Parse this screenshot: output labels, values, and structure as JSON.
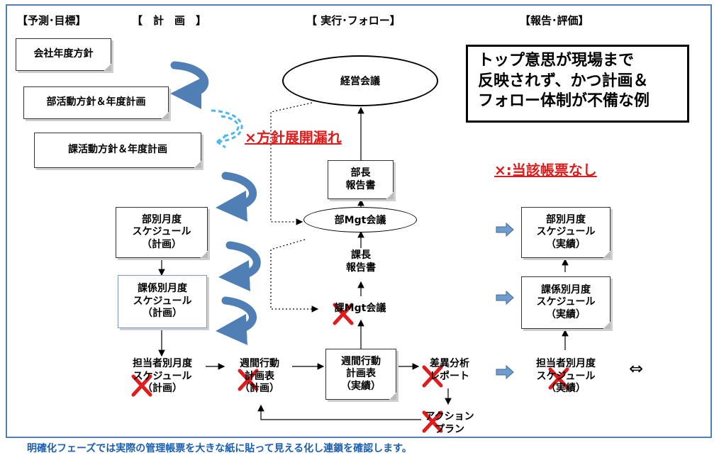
{
  "headers": {
    "forecast": "【予測･目標】",
    "plan": "【　計　画　】",
    "execute": "【 実行･フォロー】",
    "report": "【報告･評価】"
  },
  "plan_boxes": {
    "company_policy": "会社年度方針",
    "dept_policy": "部活動方針＆年度計画",
    "section_policy": "課活動方針＆年度計画",
    "dept_monthly": "部別月度\nスケジュール\n（計画）",
    "section_monthly": "課係別月度\nスケジュール\n（計画）",
    "person_monthly": "担当者別月度\nスケジュール\n（計画）",
    "weekly_plan": "週間行動\n計画表\n（計画）"
  },
  "execute_boxes": {
    "mgmt_meeting": "経営会議",
    "dept_report": "部長\n報告書",
    "dept_mgt_meeting": "部Mgt会議",
    "section_report": "課長\n報告書",
    "section_mgt_meeting": "課Mgt会議",
    "weekly_actual": "週間行動\n計画表\n（実績）",
    "variance_report": "差異分析\nレポート",
    "action_plan": "アクション\nプラン"
  },
  "report_boxes": {
    "dept_monthly_actual": "部別月度\nスケジュール\n（実績）",
    "section_monthly_actual": "課係別月度\nスケジュール\n（実績）",
    "person_monthly_actual": "担当者別月度\nスケジュール\n（実績）"
  },
  "callout": "トップ意思が現場まで\n反映されず、かつ計画＆\nフォロー体制が不備な例",
  "annotations": {
    "policy_missing": "×方針展開漏れ",
    "no_forms": "×:当該帳票なし"
  },
  "double_arrow": "⇔",
  "footer": "明確化フェーズでは実際の管理帳票を大きな紙に貼って見える化し連鎖を確認します。",
  "colors": {
    "frame": "#4f7fb5",
    "curved_arrow": "#4f7fb5",
    "dashed_arrow": "#4fb8e6",
    "red_mark": "#e01b1b",
    "footer_text": "#1c5fb0"
  }
}
